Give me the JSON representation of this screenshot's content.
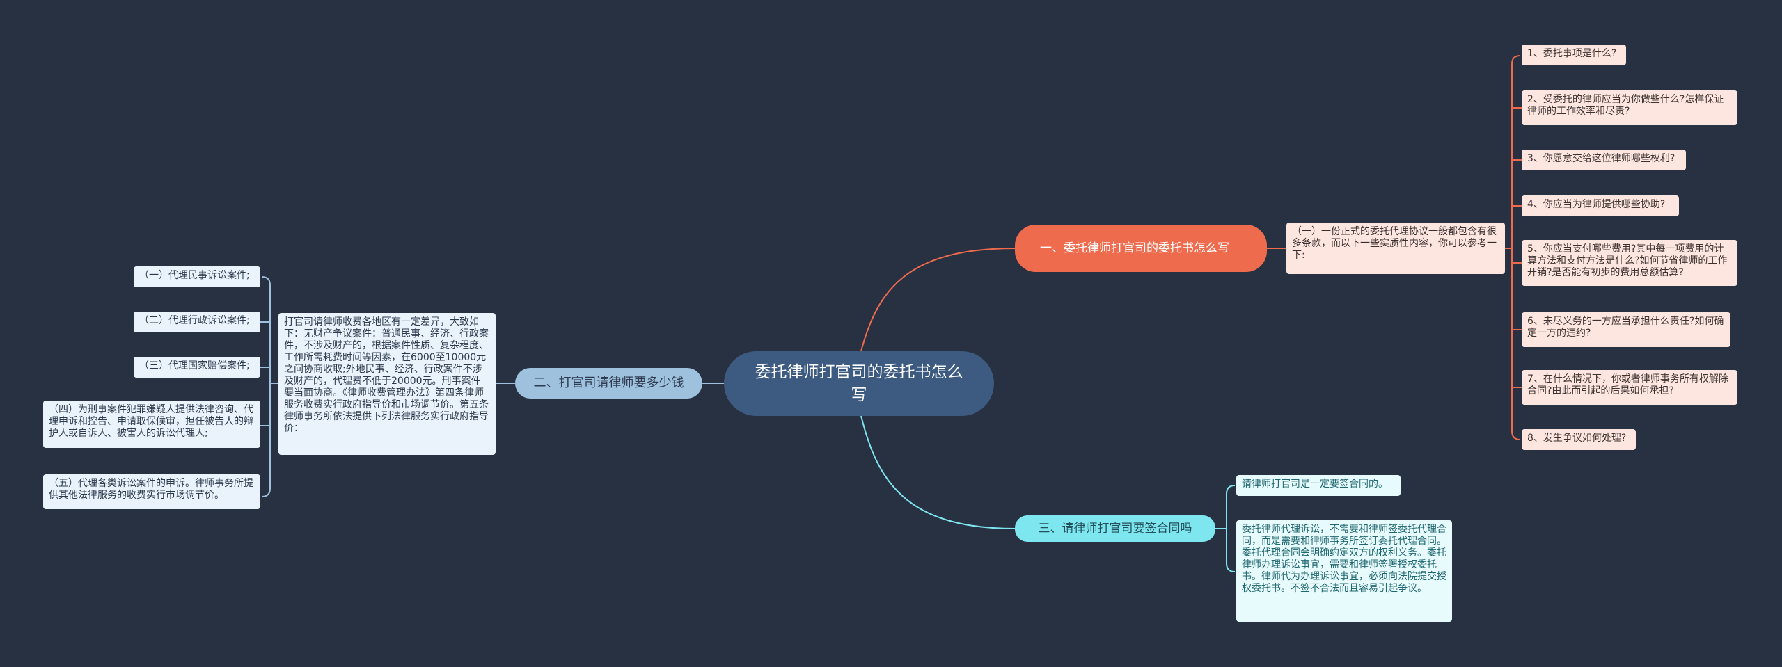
{
  "root": {
    "title": "委托律师打官司的委托书怎么写"
  },
  "branch1": {
    "title": "一、委托律师打官司的委托书怎么写",
    "intro": "（一）一份正式的委托代理协议一般都包含有很多条款，而以下一些实质性内容，你可以参考一下:",
    "items": [
      "1、委托事项是什么?",
      "2、受委托的律师应当为你做些什么?怎样保证律师的工作效率和尽责?",
      "3、你愿意交给这位律师哪些权利?",
      "4、你应当为律师提供哪些协助?",
      "5、你应当支付哪些费用?其中每一项费用的计算方法和支付方法是什么?如何节省律师的工作开销?是否能有初步的费用总额估算?",
      "6、未尽义务的一方应当承担什么责任?如何确定一方的违约?",
      "7、在什么情况下，你或者律师事务所有权解除合同?由此而引起的后果如何承担?",
      "8、发生争议如何处理?"
    ]
  },
  "branch2": {
    "title": "二、打官司请律师要多少钱",
    "detail": "打官司请律师收费各地区有一定差异，大致如下：无财产争议案件：普通民事、经济、行政案件，不涉及财产的，根据案件性质、复杂程度、工作所需耗费时间等因素，在6000至10000元之间协商收取;外地民事、经济、行政案件不涉及财产的，代理费不低于20000元。刑事案件要当面协商。《律师收费管理办法》第四条律师服务收费实行政府指导价和市场调节价。第五条律师事务所依法提供下列法律服务实行政府指导价：",
    "items": [
      "（一）代理民事诉讼案件;",
      "（二）代理行政诉讼案件;",
      "（三）代理国家赔偿案件;",
      "（四）为刑事案件犯罪嫌疑人提供法律咨询、代理申诉和控告、申请取保候审，担任被告人的辩护人或自诉人、被害人的诉讼代理人;",
      "（五）代理各类诉讼案件的申诉。律师事务所提供其他法律服务的收费实行市场调节价。"
    ]
  },
  "branch3": {
    "title": "三、请律师打官司要签合同吗",
    "items": [
      "请律师打官司是一定要签合同的。",
      "委托律师代理诉讼，不需要和律师签委托代理合同，而是需要和律师事务所签订委托代理合同。委托代理合同会明确约定双方的权利义务。委托律师办理诉讼事宜，需要和律师签署授权委托书。律师代为办理诉讼事宜，必须向法院提交授权委托书。不签不合法而且容易引起争议。"
    ]
  },
  "colors": {
    "background": "#283142",
    "root": "#3d5a80",
    "branch1": "#ee6b4d",
    "branch2": "#9ec1de",
    "branch3": "#7ee6ef"
  }
}
